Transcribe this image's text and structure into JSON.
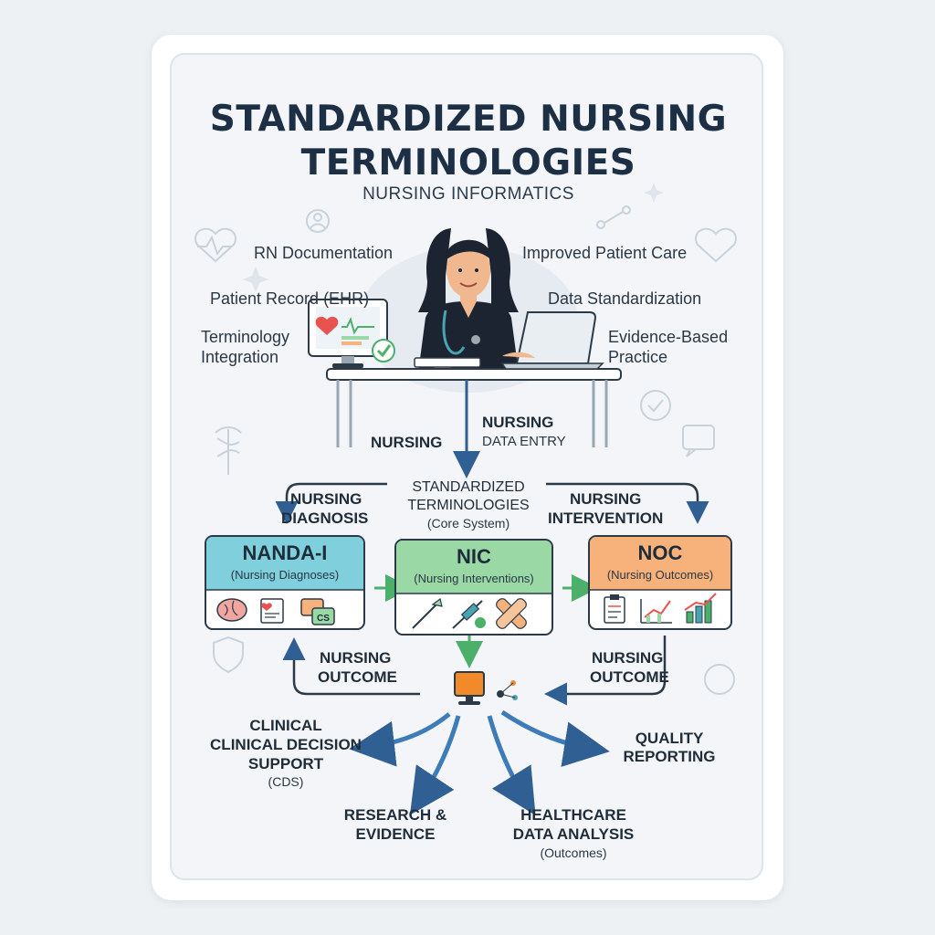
{
  "title_line1": "STANDARDIZED NURSING",
  "title_line2": "TERMINOLOGIES",
  "subtitle": "NURSING INFORMATICS",
  "labels": {
    "rn_documentation": "RN Documentation",
    "patient_record": "Patient Record (EHR)",
    "terminology_integration_1": "Terminology",
    "terminology_integration_2": "Integration",
    "improved_patient_care": "Improved Patient Care",
    "data_standardization": "Data Standardization",
    "evidence_based_1": "Evidence-Based",
    "evidence_based_2": "Practice"
  },
  "flow": {
    "nursing_left": "NURSING",
    "nursing_data_entry_1": "NURSING",
    "nursing_data_entry_2": "DATA ENTRY",
    "core_1": "STANDARDIZED",
    "core_2": "TERMINOLOGIES",
    "core_3": "(Core System)",
    "nursing_diagnosis_1": "NURSING",
    "nursing_diagnosis_2": "DIAGNOSIS",
    "nursing_intervention_1": "NURSING",
    "nursing_intervention_2": "INTERVENTION",
    "outcome_left_1": "NURSING",
    "outcome_left_2": "OUTCOME",
    "outcome_right_1": "NURSING",
    "outcome_right_2": "OUTCOME"
  },
  "boxes": {
    "nanda": {
      "name": "NANDA-I",
      "sub": "(Nursing Diagnoses)",
      "color": "#7fcfdc"
    },
    "nic": {
      "name": "NIC",
      "sub": "(Nursing Interventions)",
      "color": "#9ad9a6"
    },
    "noc": {
      "name": "NOC",
      "sub": "(Nursing Outcomes)",
      "color": "#f6b27a"
    }
  },
  "outputs": {
    "cds_1": "CLINICAL",
    "cds_2": "CLINICAL DECISION",
    "cds_3": "SUPPORT",
    "cds_4": "(CDS)",
    "quality_1": "QUALITY",
    "quality_2": "REPORTING",
    "research_1": "RESEARCH &",
    "research_2": "EVIDENCE",
    "healthcare_1": "HEALTHCARE",
    "healthcare_2": "DATA ANALYSIS",
    "healthcare_3": "(Outcomes)"
  },
  "icons": {
    "cs_badge": "CS"
  },
  "colors": {
    "arrow": "#2f5f93",
    "green_arrow": "#4caf6a",
    "monitor_screen": "#f08a2a"
  }
}
